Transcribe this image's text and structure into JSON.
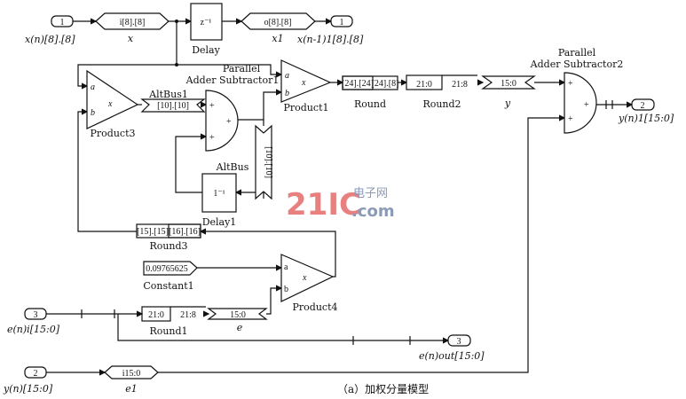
{
  "ports": {
    "in1": {
      "num": "1",
      "label": "x(n)[8].[8]"
    },
    "out1": {
      "num": "1",
      "label": "x(n-1)1[8].[8]"
    },
    "out2": {
      "num": "2",
      "label": "y(n)1[15:0]"
    },
    "in3": {
      "num": "3",
      "label": "e(n)i[15:0]"
    },
    "out3": {
      "num": "3",
      "label": "e(n)out[15:0]"
    },
    "in2": {
      "num": "2",
      "label": "y(n)[15:0]"
    }
  },
  "buses": {
    "x": {
      "text": "i[8].[8]",
      "label": "x"
    },
    "x1": {
      "text": "o[8].[8]",
      "label": "x1"
    },
    "y": {
      "text": "15:0",
      "label": "y"
    },
    "e": {
      "text": "15:0",
      "label": "e"
    },
    "e1": {
      "text": "i15:0",
      "label": "e1"
    },
    "altbus1": {
      "text": "[10].[10]",
      "label": "AltBus1"
    },
    "altbus": {
      "text": "[10].[10]",
      "label": "AltBus"
    }
  },
  "blocks": {
    "delay": {
      "text": "z⁻¹",
      "label": "Delay"
    },
    "delay1": {
      "text": "1⁻¹",
      "label": "Delay1"
    },
    "product1": {
      "label": "Product1",
      "a": "a",
      "b": "b",
      "op": "x"
    },
    "product3": {
      "label": "Product3",
      "a": "a",
      "b": "b",
      "op": "x"
    },
    "product4": {
      "label": "Product4",
      "a": "a",
      "b": "b",
      "op": "x"
    },
    "adder1": {
      "label1": "Parallel",
      "label2": "Adder Subtractor1",
      "sign": "+"
    },
    "adder2": {
      "label1": "Parallel",
      "label2": "Adder Subtractor2",
      "sign": "+"
    },
    "round": {
      "text_in": "[24].[24]",
      "text_out": "[24].[8]",
      "label": "Round"
    },
    "round1": {
      "text_in": "21:0",
      "text_out": "21:8",
      "label": "Round1"
    },
    "round2": {
      "text_in": "21:0",
      "text_out": "21:8",
      "label": "Round2"
    },
    "round3": {
      "text_in": "[15].[15]",
      "text_out": "[16].[16]",
      "label": "Round3"
    },
    "constant1": {
      "text": "0.09765625",
      "label": "Constant1"
    }
  },
  "caption": "（a）加权分量模型",
  "watermark": {
    "main": "21IC",
    "cn": "电子网",
    "dom": ".com"
  }
}
